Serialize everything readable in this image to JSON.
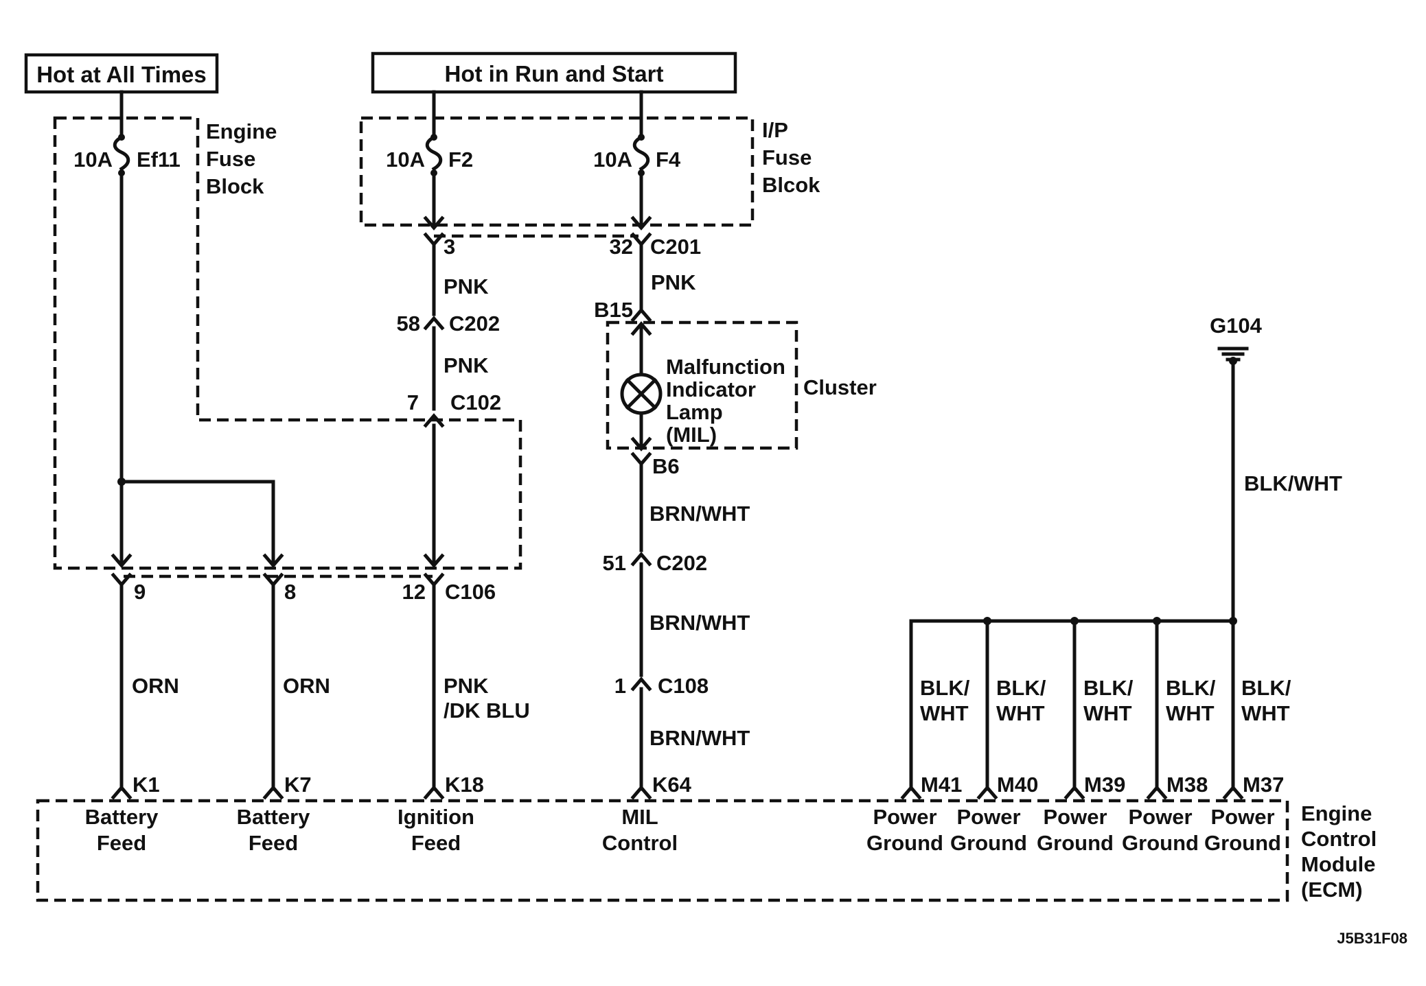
{
  "power": {
    "hot_all": "Hot at All Times",
    "hot_run": "Hot in Run and Start"
  },
  "blocks": {
    "engine_fuse": [
      "Engine",
      "Fuse",
      "Block"
    ],
    "ip_fuse": [
      "I/P",
      "Fuse",
      "Blcok"
    ],
    "cluster": "Cluster",
    "ecm": [
      "Engine",
      "Control",
      "Module",
      "(ECM)"
    ]
  },
  "fuses": {
    "ef11": {
      "amp": "10A",
      "name": "Ef11"
    },
    "f2": {
      "amp": "10A",
      "name": "F2"
    },
    "f4": {
      "amp": "10A",
      "name": "F4"
    }
  },
  "connectors": {
    "c201_3": "3",
    "c201_32": "32",
    "c201": "C201",
    "c202_58": "58",
    "c202_a": "C202",
    "c102_7": "7",
    "c102": "C102",
    "c106_9": "9",
    "c106_8": "8",
    "c106_12": "12",
    "c106": "C106",
    "b15": "B15",
    "b6": "B6",
    "c202_51": "51",
    "c202_b": "C202",
    "c108_1": "1",
    "c108": "C108"
  },
  "lamp": [
    "Malfunction",
    "Indicator",
    "Lamp",
    "(MIL)"
  ],
  "ground": "G104",
  "wires": {
    "pnk": "PNK",
    "orn": "ORN",
    "pnk_dkblu": [
      "PNK",
      "/DK BLU"
    ],
    "brnwht": "BRN/WHT",
    "blkwht": "BLK/WHT",
    "blkwht_split": [
      "BLK/",
      "WHT"
    ]
  },
  "pins": [
    {
      "id": "K1",
      "label": [
        "Battery",
        "Feed"
      ]
    },
    {
      "id": "K7",
      "label": [
        "Battery",
        "Feed"
      ]
    },
    {
      "id": "K18",
      "label": [
        "Ignition",
        "Feed"
      ]
    },
    {
      "id": "K64",
      "label": [
        "MIL",
        "Control"
      ]
    },
    {
      "id": "M41",
      "label": [
        "Power",
        "Ground"
      ]
    },
    {
      "id": "M40",
      "label": [
        "Power",
        "Ground"
      ]
    },
    {
      "id": "M39",
      "label": [
        "Power",
        "Ground"
      ]
    },
    {
      "id": "M38",
      "label": [
        "Power",
        "Ground"
      ]
    },
    {
      "id": "M37",
      "label": [
        "Power",
        "Ground"
      ]
    }
  ],
  "figure_id": "J5B31F08"
}
